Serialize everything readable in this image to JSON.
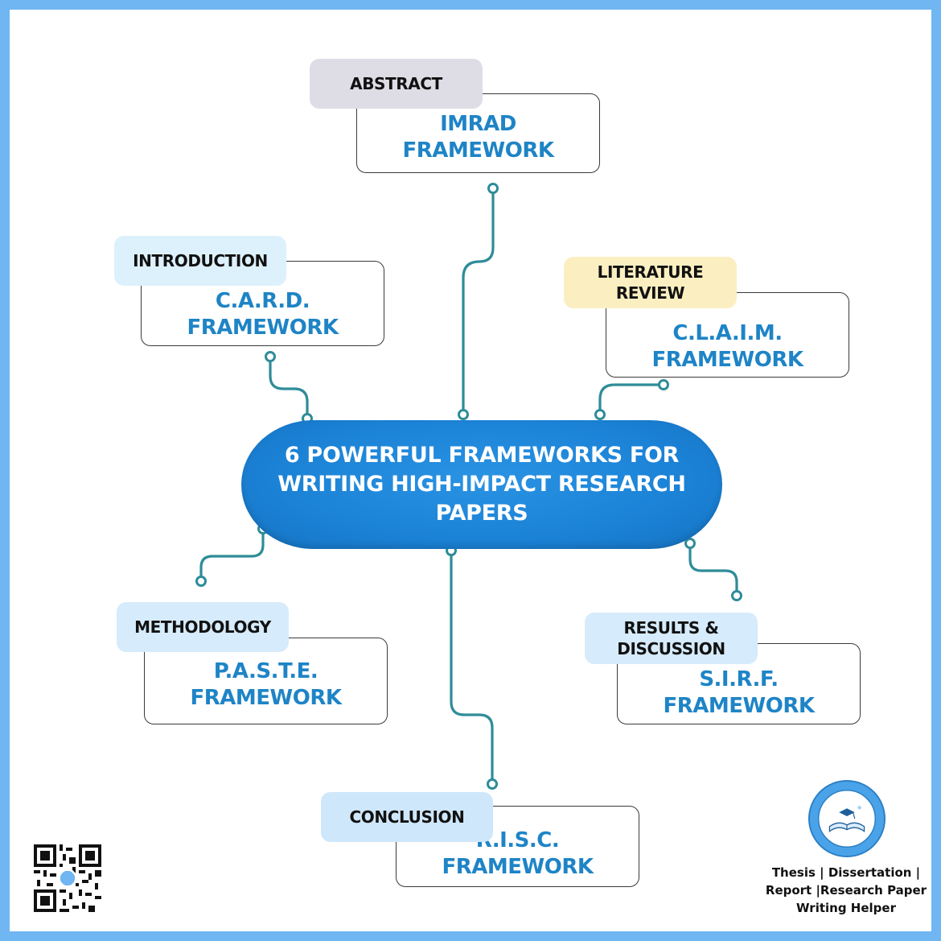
{
  "center": {
    "title": "6 POWERFUL FRAMEWORKS FOR\nWRITING HIGH-IMPACT RESEARCH\nPAPERS"
  },
  "nodes": [
    {
      "id": "abstract",
      "tag": "ABSTRACT",
      "framework": "IMRAD\nFRAMEWORK",
      "tag_color": "#dedde6"
    },
    {
      "id": "introduction",
      "tag": "INTRODUCTION",
      "framework": "C.A.R.D.\nFRAMEWORK",
      "tag_color": "#dcf1fb"
    },
    {
      "id": "literature-review",
      "tag": "LITERATURE\nREVIEW",
      "framework": "C.L.A.I.M.\nFRAMEWORK",
      "tag_color": "#fbefc2"
    },
    {
      "id": "methodology",
      "tag": "METHODOLOGY",
      "framework": "P.A.S.T.E.\nFRAMEWORK",
      "tag_color": "#d6ebfb"
    },
    {
      "id": "results-discussion",
      "tag": "RESULTS &\nDISCUSSION",
      "framework": "S.I.R.F.\nFRAMEWORK",
      "tag_color": "#d6ebfb"
    },
    {
      "id": "conclusion",
      "tag": "CONCLUSION",
      "framework": "R.I.S.C.\nFRAMEWORK",
      "tag_color": "#cfe7fb"
    }
  ],
  "footer": {
    "text": "Thesis | Dissertation |\nReport |Research Paper\nWriting Helper"
  },
  "colors": {
    "accent": "#1e84c6",
    "connector": "#2e8c98",
    "border": "#6fb6f2"
  },
  "icons": {
    "qr": "qr-code-icon",
    "seal": "writing-helper-seal-icon"
  }
}
